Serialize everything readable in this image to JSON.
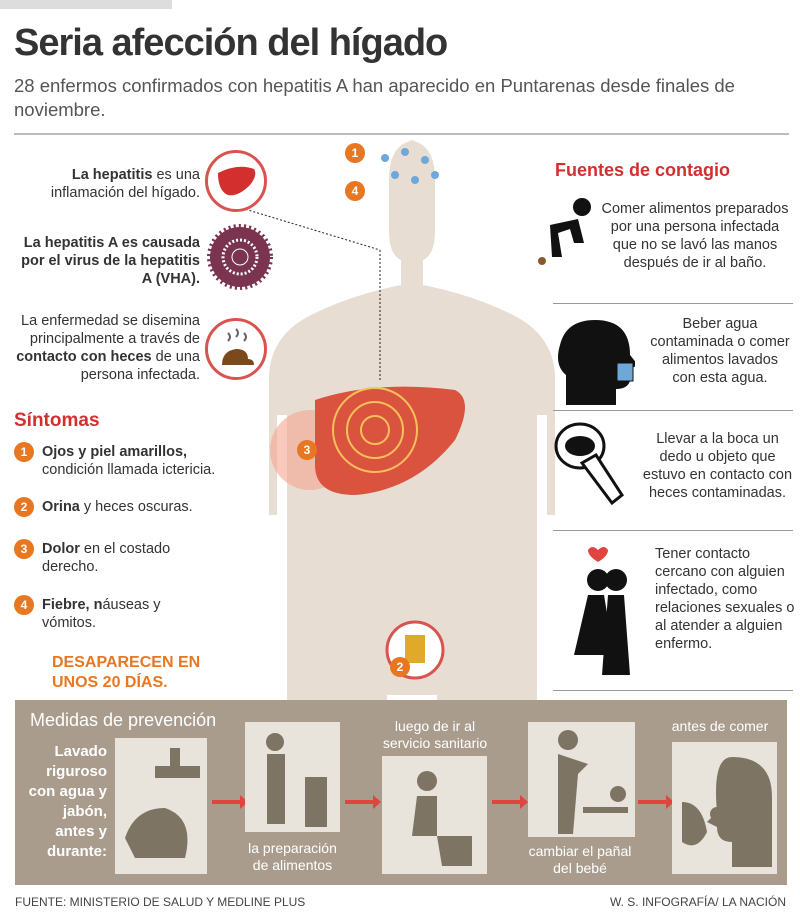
{
  "title": "Seria afección del hígado",
  "subtitle": "28 enfermos confirmados con hepatitis A han aparecido en Puntarenas desde finales de noviembre.",
  "left": {
    "p1_bold": "La hepatitis",
    "p1_rest": " es una inflamación del hígado.",
    "p2": "La hepatitis A es causada por el virus de la hepatitis A (VHA).",
    "p3_a": "La enfermedad se disemina principalmente a través de ",
    "p3_bold": "contacto con heces",
    "p3_b": " de una persona infectada."
  },
  "symptoms": {
    "title": "Síntomas",
    "items": [
      {
        "n": "1",
        "bold": "Ojos y piel amarillos,",
        "rest": " condición llamada ictericia."
      },
      {
        "n": "2",
        "bold": "Orina",
        "rest": " y heces oscuras."
      },
      {
        "n": "3",
        "bold": "Dolor",
        "rest": " en el costado derecho."
      },
      {
        "n": "4",
        "bold": "Fiebre, n",
        "rest": "áuseas y vómitos."
      }
    ],
    "note": "DESAPARECEN EN UNOS 20 DÍAS."
  },
  "body_markers": [
    "1",
    "4",
    "3",
    "2"
  ],
  "sources": {
    "title": "Fuentes de contagio",
    "items": [
      "Comer alimentos preparados por una persona infectada que no se lavó las manos después de ir al baño.",
      "Beber agua contaminada o comer alimentos lavados con esta agua.",
      "Llevar a la boca un dedo u objeto que estuvo en contacto con heces contaminadas.",
      "Tener contacto cercano con alguien infectado, como relaciones sexuales o al atender a alguien enfermo."
    ]
  },
  "prevention": {
    "title": "Medidas de prevención",
    "intro": "Lavado riguroso con agua y jabón, antes y durante:",
    "steps": [
      "la preparación de alimentos",
      "luego de ir al servicio sanitario",
      "cambiar el pañal del bebé",
      "antes de comer"
    ]
  },
  "footer": {
    "source": "FUENTE: MINISTERIO DE SALUD Y MEDLINE PLUS",
    "credit": "W. S. INFOGRAFÍA/ LA NACIÓN"
  },
  "colors": {
    "accent": "#d32f2f",
    "orange": "#e87722",
    "prevention_bg": "#a99c8c",
    "body": "#e8ddd2"
  }
}
